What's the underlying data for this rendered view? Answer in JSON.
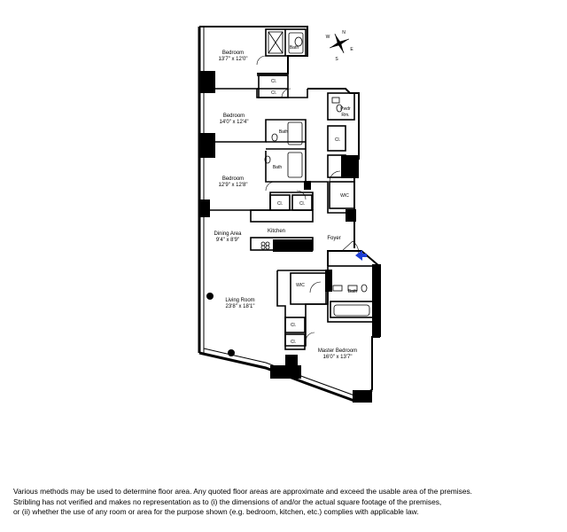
{
  "rooms": {
    "bedroom1": {
      "name": "Bedroom",
      "dims": "13'7\" x 12'0\""
    },
    "bedroom2": {
      "name": "Bedroom",
      "dims": "14'0\" x 12'4\""
    },
    "bedroom3": {
      "name": "Bedroom",
      "dims": "12'9\" x 12'8\""
    },
    "dining": {
      "name": "Dining Area",
      "dims": "9'4\" x 8'9\""
    },
    "living": {
      "name": "Living Room",
      "dims": "23'8\" x 18'1\""
    },
    "master": {
      "name": "Master Bedroom",
      "dims": "16'0\" x 13'7\""
    },
    "kitchen": "Kitchen",
    "foyer": "Foyer",
    "bath": "Bath",
    "closet": "Cl.",
    "wic": "WIC",
    "powder_room": [
      "Pwdr",
      "Rm."
    ]
  },
  "compass": {
    "n": "N",
    "s": "S",
    "e": "E",
    "w": "W"
  },
  "entry_arrow_color": "#1f3fd6",
  "disclaimer": [
    "Various methods may be used to determine floor area.  Any quoted floor areas are approximate and exceed the usable area of the premises.",
    "Stribling has not verified and makes no representation as to (i) the dimensions of and/or the actual square footage of the premises,",
    "or (ii) whether the use of any room or area for the purpose shown (e.g. bedroom, kitchen, etc.) complies with applicable law."
  ]
}
